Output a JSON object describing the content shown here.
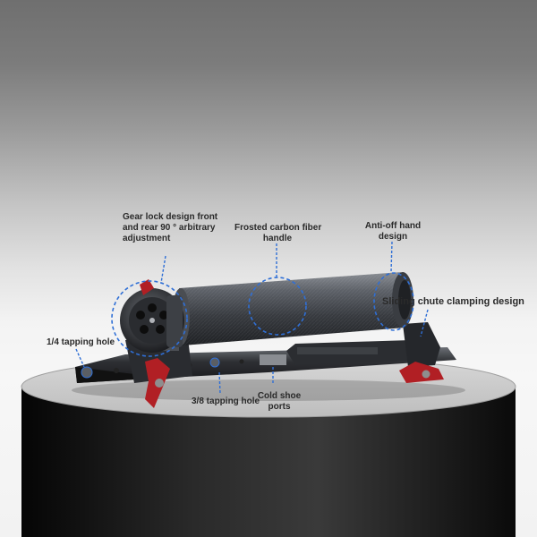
{
  "labels": {
    "gear_lock": "Gear lock design front and rear 90 ° arbitrary adjustment",
    "gear_lock_lines": [
      "Gear lock design front",
      "and rear 90 ° arbitrary",
      "adjustment"
    ],
    "frosted": "Frosted carbon fiber handle",
    "frosted_lines": [
      "Frosted carbon fiber",
      "handle"
    ],
    "anti_off": "Anti-off hand design",
    "anti_off_lines": [
      "Anti-off hand",
      "design"
    ],
    "sliding": "Sliding chute clamping design",
    "quarter_hole": "1/4 tapping hole",
    "three_eighths_hole": "3/8 tapping hole",
    "cold_shoe": "Cold shoe ports",
    "cold_shoe_lines": [
      "Cold shoe",
      "ports"
    ]
  },
  "colors": {
    "accent_red": "#b11f24",
    "callout_blue": "#2f6fd6",
    "handle_dark": "#3a3d42",
    "pedestal": "#1d1d1d"
  }
}
